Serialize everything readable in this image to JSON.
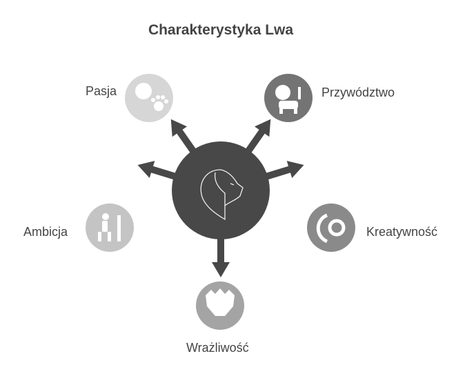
{
  "title": "Charakterystyka Lwa",
  "center": {
    "icon": "lion-head-icon",
    "color": "#484848"
  },
  "nodes": [
    {
      "label": "Pasja",
      "icon": "lion-paw-icon",
      "color": "#d6d6d6"
    },
    {
      "label": "Przywództwo",
      "icon": "dog-icon",
      "color": "#747474"
    },
    {
      "label": "Ambicja",
      "icon": "climber-icon",
      "color": "#c4c4c4"
    },
    {
      "label": "Kreatywność",
      "icon": "lion-phone-icon",
      "color": "#8a8a8a"
    },
    {
      "label": "Wrażliwość",
      "icon": "lion-face-icon",
      "color": "#a4a4a4"
    }
  ]
}
